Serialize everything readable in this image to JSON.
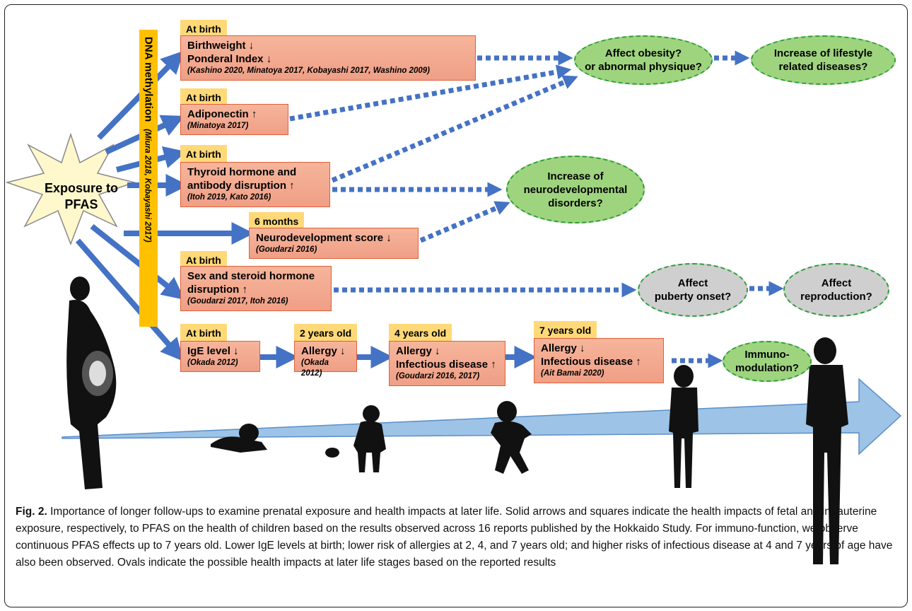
{
  "exposure_label": "Exposure to\nPFAS",
  "dna_methylation": {
    "label": "DNA methylation",
    "refs": "(Miura 2018, Kobayashi 2017)"
  },
  "findings": [
    {
      "tag": "At birth",
      "main": "Birthweight    ↓\nPonderal Index    ↓",
      "ref": "(Kashino 2020, Minatoya 2017, Kobayashi 2017, Washino 2009)"
    },
    {
      "tag": "At birth",
      "main": "Adiponectin ↑",
      "ref": "(Minatoya 2017)"
    },
    {
      "tag": "At birth",
      "main": "Thyroid hormone and\nantibody disruption  ↑",
      "ref": "(Itoh 2019, Kato 2016)"
    },
    {
      "tag": "6 months",
      "main": "Neurodevelopment  score ↓",
      "ref": "(Goudarzi 2016)"
    },
    {
      "tag": "At birth",
      "main": "Sex and steroid hormone\ndisruption  ↑",
      "ref": "(Goudarzi 2017, Itoh 2016)"
    },
    {
      "tag": "At birth",
      "main": "IgE level ↓",
      "ref": "(Okada 2012)"
    },
    {
      "tag": "2 years old",
      "main": "Allergy ↓",
      "ref": "(Okada 2012)"
    },
    {
      "tag": "4 years old",
      "main": "Allergy ↓\nInfectious disease  ↑",
      "ref": "(Goudarzi 2016, 2017)"
    },
    {
      "tag": "7 years old",
      "main": "Allergy ↓\nInfectious disease  ↑",
      "ref": "(Ait Bamai 2020)"
    }
  ],
  "outcomes": [
    {
      "text": "Affect obesity?\nor abnormal physique?",
      "color": "#9fd47f"
    },
    {
      "text": "Increase of lifestyle\nrelated diseases?",
      "color": "#9fd47f"
    },
    {
      "text": "Increase of\nneurodevelopmental\ndisorders?",
      "color": "#9fd47f"
    },
    {
      "text": "Affect\npuberty onset?",
      "color": "#cfcfcf"
    },
    {
      "text": "Affect\nreproduction?",
      "color": "#cfcfcf"
    },
    {
      "text": "Immuno-\nmodulation?",
      "color": "#9fd47f"
    }
  ],
  "colors": {
    "arrow_blue": "#4472c4",
    "box_fill": "#f4a98d",
    "tag_yellow": "#ffd978",
    "dna_bar": "#ffc000",
    "oval_green": "#9fd47f",
    "oval_gray": "#cfcfcf",
    "timeline_blue": "#9dc3e6"
  },
  "caption": {
    "label": "Fig. 2.",
    "text": " Importance of longer follow-ups to examine prenatal exposure and health impacts at later life. Solid arrows and squares indicate the health impacts of fetal and intrauterine exposure, respectively, to PFAS on the health of children based on the results observed across 16 reports published by the Hokkaido Study. For immuno-function, we observe continuous PFAS effects up to 7 years old. Lower IgE levels at birth; lower risk of allergies at 2, 4, and 7 years old; and higher risks of infectious disease at 4 and 7 years of age have also been observed. Ovals indicate the possible health impacts at later life stages based on the reported results"
  }
}
